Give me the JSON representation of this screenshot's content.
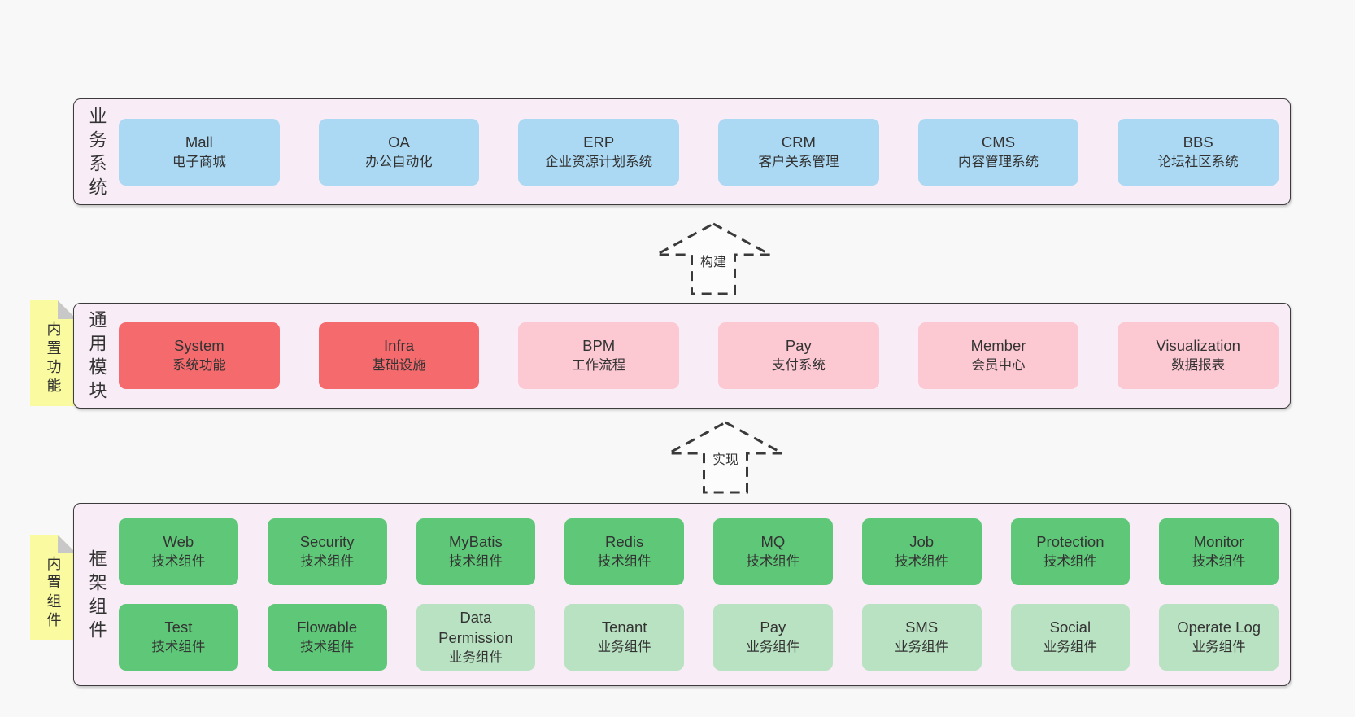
{
  "colors": {
    "page_bg": "#f8f8f8",
    "layer_bg": "#f8edf6",
    "layer_border": "#3c3c3c",
    "blue": "#abd9f3",
    "red": "#f46a6d",
    "pink": "#fcc8d2",
    "green_dark": "#5fc878",
    "green_light": "#b9e2c2",
    "tab_yellow": "#fafaa0",
    "fold_gray": "#c8c8c8",
    "text": "#333333"
  },
  "arrows": [
    {
      "label": "构建"
    },
    {
      "label": "实现"
    }
  ],
  "layers": [
    {
      "id": "business-systems",
      "label": "业务系统",
      "tab": null,
      "boxes": [
        {
          "en": "Mall",
          "zh": "电子商城",
          "type": "blue"
        },
        {
          "en": "OA",
          "zh": "办公自动化",
          "type": "blue"
        },
        {
          "en": "ERP",
          "zh": "企业资源计划系统",
          "type": "blue"
        },
        {
          "en": "CRM",
          "zh": "客户关系管理",
          "type": "blue"
        },
        {
          "en": "CMS",
          "zh": "内容管理系统",
          "type": "blue"
        },
        {
          "en": "BBS",
          "zh": "论坛社区系统",
          "type": "blue"
        }
      ]
    },
    {
      "id": "common-modules",
      "label": "通用模块",
      "tab": "内置功能",
      "boxes": [
        {
          "en": "System",
          "zh": "系统功能",
          "type": "red"
        },
        {
          "en": "Infra",
          "zh": "基础设施",
          "type": "red"
        },
        {
          "en": "BPM",
          "zh": "工作流程",
          "type": "pink"
        },
        {
          "en": "Pay",
          "zh": "支付系统",
          "type": "pink"
        },
        {
          "en": "Member",
          "zh": "会员中心",
          "type": "pink"
        },
        {
          "en": "Visualization",
          "zh": "数据报表",
          "type": "pink"
        }
      ]
    },
    {
      "id": "framework-components",
      "label": "框架组件",
      "tab": "内置组件",
      "rows": [
        [
          {
            "en": "Web",
            "zh": "技术组件",
            "type": "green-dark"
          },
          {
            "en": "Security",
            "zh": "技术组件",
            "type": "green-dark"
          },
          {
            "en": "MyBatis",
            "zh": "技术组件",
            "type": "green-dark"
          },
          {
            "en": "Redis",
            "zh": "技术组件",
            "type": "green-dark"
          },
          {
            "en": "MQ",
            "zh": "技术组件",
            "type": "green-dark"
          },
          {
            "en": "Job",
            "zh": "技术组件",
            "type": "green-dark"
          },
          {
            "en": "Protection",
            "zh": "技术组件",
            "type": "green-dark"
          },
          {
            "en": "Monitor",
            "zh": "技术组件",
            "type": "green-dark"
          }
        ],
        [
          {
            "en": "Test",
            "zh": "技术组件",
            "type": "green-dark"
          },
          {
            "en": "Flowable",
            "zh": "技术组件",
            "type": "green-dark"
          },
          {
            "en": "Data Permission",
            "zh": "业务组件",
            "type": "green-light"
          },
          {
            "en": "Tenant",
            "zh": "业务组件",
            "type": "green-light"
          },
          {
            "en": "Pay",
            "zh": "业务组件",
            "type": "green-light"
          },
          {
            "en": "SMS",
            "zh": "业务组件",
            "type": "green-light"
          },
          {
            "en": "Social",
            "zh": "业务组件",
            "type": "green-light"
          },
          {
            "en": "Operate Log",
            "zh": "业务组件",
            "type": "green-light"
          }
        ]
      ]
    }
  ]
}
